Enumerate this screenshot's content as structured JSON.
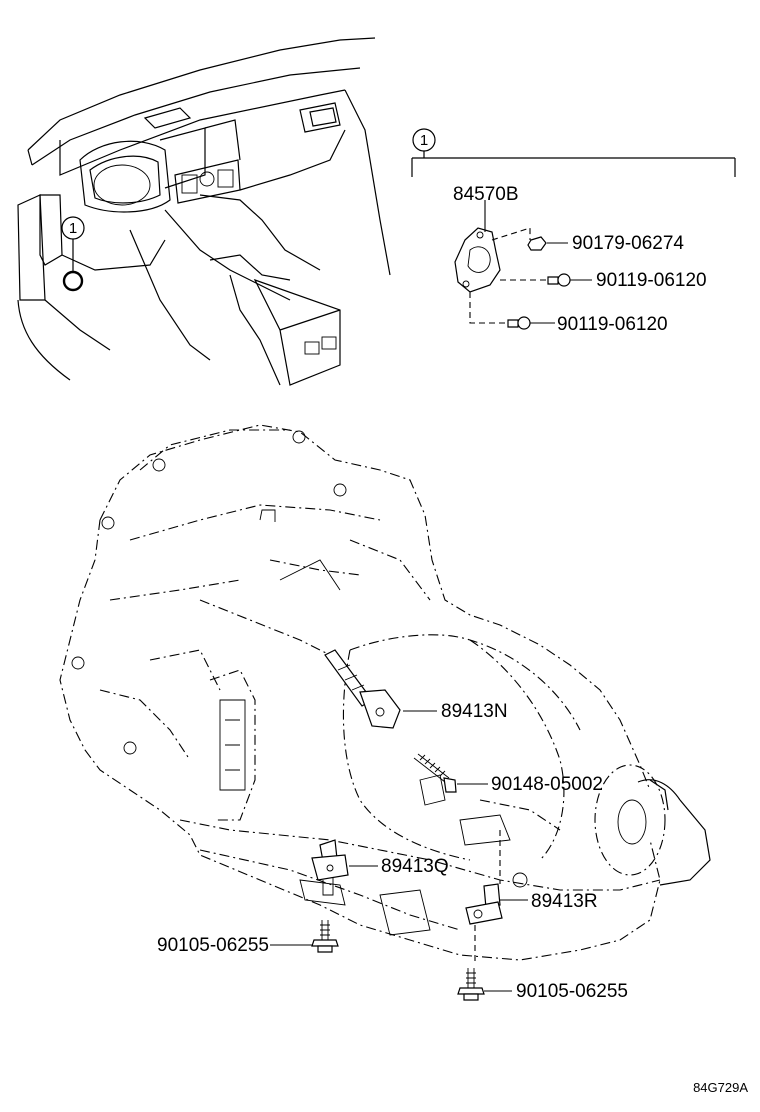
{
  "callout": "1",
  "parts": {
    "p84570B": "84570B",
    "p90179_06274": "90179-06274",
    "p90119_06120_a": "90119-06120",
    "p90119_06120_b": "90119-06120",
    "p89413N": "89413N",
    "p90148_05002": "90148-05002",
    "p89413Q": "89413Q",
    "p89413R": "89413R",
    "p90105_06255_a": "90105-06255",
    "p90105_06255_b": "90105-06255"
  },
  "figure_code": "84G729A"
}
